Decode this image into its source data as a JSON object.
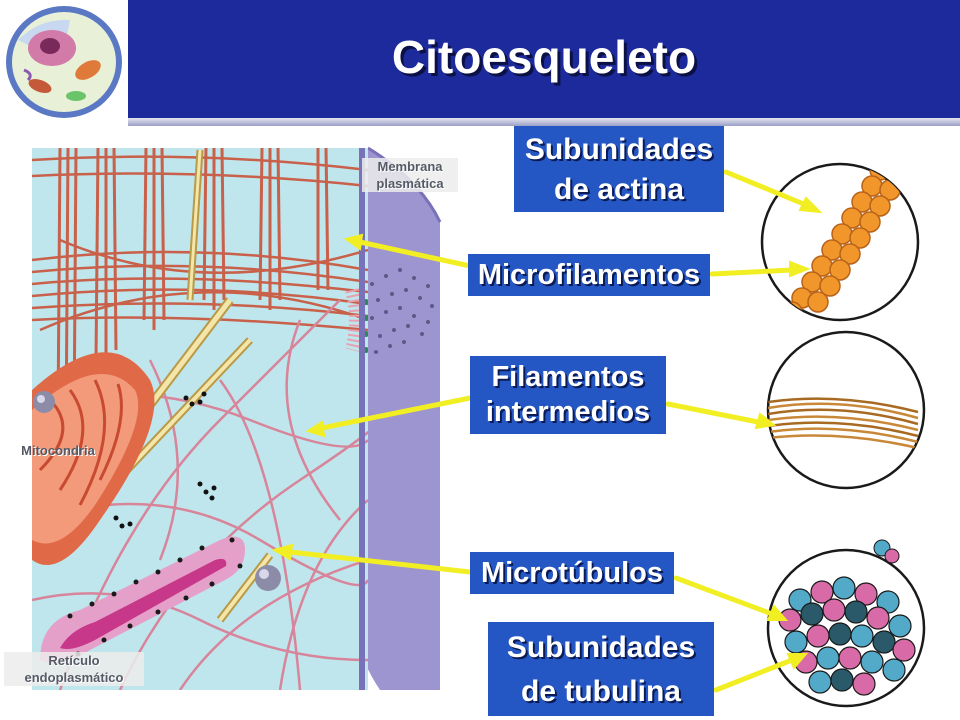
{
  "slide": {
    "title": "Citoesqueleto"
  },
  "labels": {
    "actin_subunits": [
      "Subunidades",
      "de actina"
    ],
    "microfilaments": "Microfilamentos",
    "intermediate_filaments": [
      "Filamentos",
      "intermedios"
    ],
    "microtubules": "Microtúbulos",
    "tubulin_subunits": [
      "Subunidades",
      "de tubulina"
    ]
  },
  "illustration_labels": {
    "plasma_membrane": [
      "Membrana",
      "plasmática"
    ],
    "mitochondria": "Mitocondria",
    "endoplasmic_reticulum": [
      "Retículo",
      "endoplasmático"
    ]
  },
  "colors": {
    "header": "#1d2a9c",
    "label_box": "#2457c4",
    "arrow": "#f2ee24",
    "cytoplasm": "#bfe6ec",
    "filament": "#c8604a",
    "membrane": "#9d95cf",
    "actin": "#f0962a",
    "intermediate": "#c88838",
    "tubulin_blue": "#52a9c8",
    "tubulin_pink": "#d86aa8"
  }
}
